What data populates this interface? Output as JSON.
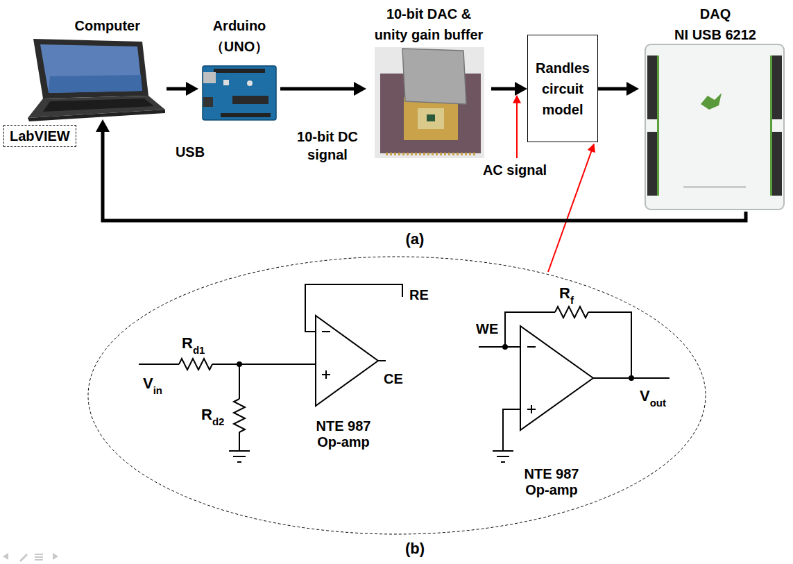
{
  "diagram": {
    "nodes": [
      {
        "text": [
          "Computer"
        ]
      },
      {
        "text": [
          "LabVIEW"
        ]
      },
      {
        "text": [
          "Arduino",
          "（UNO）"
        ]
      },
      {
        "text": [
          "10-bit DAC & unity gain buffer"
        ]
      },
      {
        "text": [
          "Randles circuit model"
        ]
      },
      {
        "text": [
          "DAQ",
          "NI USB 6212"
        ]
      }
    ],
    "edges": [
      {
        "from": 0,
        "to": 2,
        "label": "USB",
        "arrow": "to"
      },
      {
        "from": 2,
        "to": 3,
        "label": "10-bit DC signal",
        "arrow": "to"
      },
      {
        "from": 3,
        "to": 4,
        "arrow": "to"
      },
      {
        "from": 4,
        "to": 5,
        "arrow": "to"
      },
      {
        "from": 5,
        "to": 0,
        "arrow": "to"
      }
    ],
    "labels": [
      "AC signal",
      "(a)",
      "R",
      "d1",
      "V",
      "in",
      "R",
      "d2",
      "NTE 987 Op-amp",
      "RE",
      "CE",
      "R",
      "f",
      "WE",
      "NTE 987 Op-amp",
      "V",
      "out",
      "(b)"
    ]
  }
}
